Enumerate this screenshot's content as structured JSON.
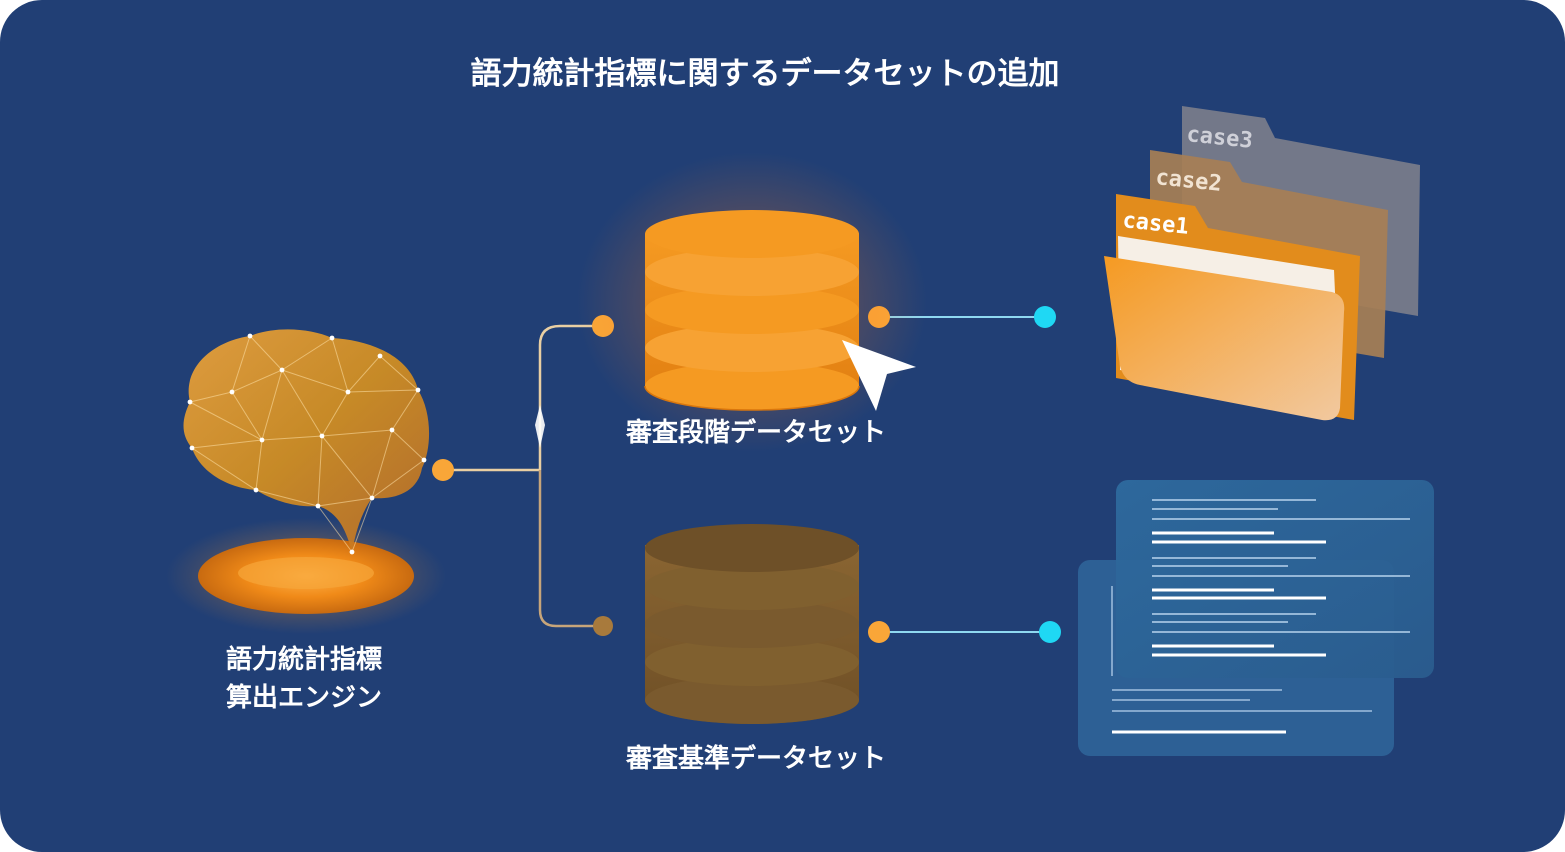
{
  "title": "語力統計指標に関するデータセットの追加",
  "engine": {
    "line1": "語力統計指標",
    "line2": "算出エンジン"
  },
  "review_stage": {
    "label": "審査段階データセット"
  },
  "review_criteria": {
    "label": "審査基準データセット"
  },
  "folders": [
    {
      "label": "case3"
    },
    {
      "label": "case2"
    },
    {
      "label": "case1"
    }
  ],
  "colors": {
    "background": "#213f75",
    "orange": "#f59c1e",
    "orange_bright": "#f9a638",
    "brown": "#7a5a2e",
    "cyan": "#1fd8f4",
    "line": "#e9cfa3"
  }
}
